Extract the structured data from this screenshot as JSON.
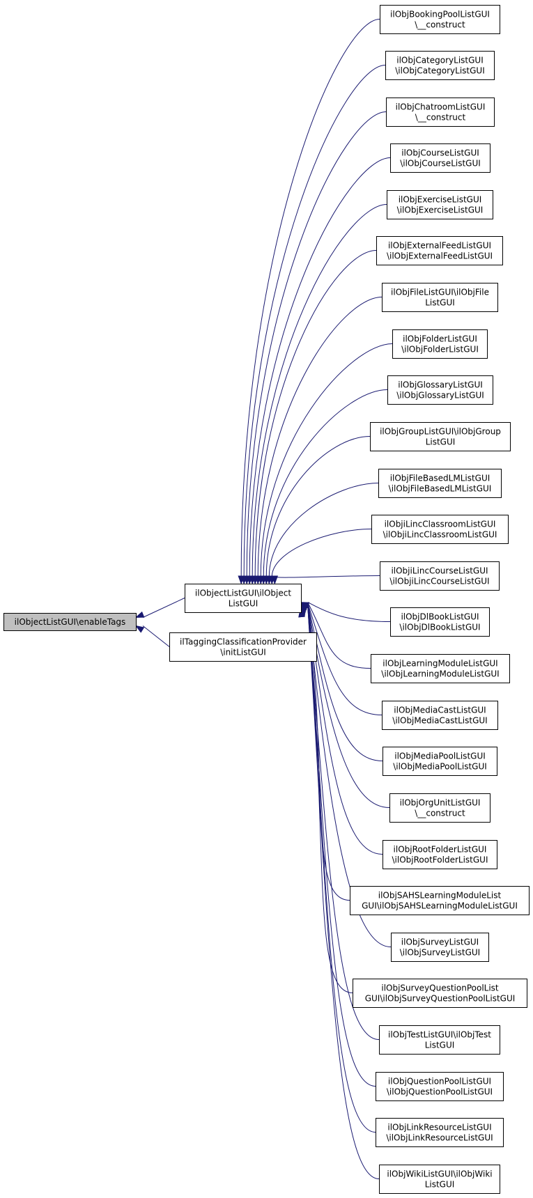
{
  "root": {
    "id": "enable",
    "lines": [
      "ilObjectListGUI\\enableTags"
    ]
  },
  "middle": [
    {
      "id": "objlist",
      "lines": [
        "ilObjectListGUI\\ilObject",
        "ListGUI"
      ]
    },
    {
      "id": "tagging",
      "lines": [
        "ilTaggingClassificationProvider",
        "\\initListGUI"
      ]
    }
  ],
  "leaves": [
    {
      "id": "booking",
      "lines": [
        "ilObjBookingPoolListGUI",
        "\\__construct"
      ]
    },
    {
      "id": "category",
      "lines": [
        "ilObjCategoryListGUI",
        "\\ilObjCategoryListGUI"
      ]
    },
    {
      "id": "chatroom",
      "lines": [
        "ilObjChatroomListGUI",
        "\\__construct"
      ]
    },
    {
      "id": "course",
      "lines": [
        "ilObjCourseListGUI",
        "\\ilObjCourseListGUI"
      ]
    },
    {
      "id": "exercise",
      "lines": [
        "ilObjExerciseListGUI",
        "\\ilObjExerciseListGUI"
      ]
    },
    {
      "id": "extfeed",
      "lines": [
        "ilObjExternalFeedListGUI",
        "\\ilObjExternalFeedListGUI"
      ]
    },
    {
      "id": "file",
      "lines": [
        "ilObjFileListGUI\\ilObjFile",
        "ListGUI"
      ]
    },
    {
      "id": "folder",
      "lines": [
        "ilObjFolderListGUI",
        "\\ilObjFolderListGUI"
      ]
    },
    {
      "id": "glossary",
      "lines": [
        "ilObjGlossaryListGUI",
        "\\ilObjGlossaryListGUI"
      ]
    },
    {
      "id": "group",
      "lines": [
        "ilObjGroupListGUI\\ilObjGroup",
        "ListGUI"
      ]
    },
    {
      "id": "filebasedlm",
      "lines": [
        "ilObjFileBasedLMListGUI",
        "\\ilObjFileBasedLMListGUI"
      ]
    },
    {
      "id": "ilincclass",
      "lines": [
        "ilObjiLincClassroomListGUI",
        "\\ilObjiLincClassroomListGUI"
      ]
    },
    {
      "id": "ilinccourse",
      "lines": [
        "ilObjiLincCourseListGUI",
        "\\ilObjiLincCourseListGUI"
      ]
    },
    {
      "id": "dlbook",
      "lines": [
        "ilObjDlBookListGUI",
        "\\ilObjDlBookListGUI"
      ]
    },
    {
      "id": "learnmod",
      "lines": [
        "ilObjLearningModuleListGUI",
        "\\ilObjLearningModuleListGUI"
      ]
    },
    {
      "id": "mediacast",
      "lines": [
        "ilObjMediaCastListGUI",
        "\\ilObjMediaCastListGUI"
      ]
    },
    {
      "id": "mediapool",
      "lines": [
        "ilObjMediaPoolListGUI",
        "\\ilObjMediaPoolListGUI"
      ]
    },
    {
      "id": "orgunit",
      "lines": [
        "ilObjOrgUnitListGUI",
        "\\__construct"
      ]
    },
    {
      "id": "rootfolder",
      "lines": [
        "ilObjRootFolderListGUI",
        "\\ilObjRootFolderListGUI"
      ]
    },
    {
      "id": "sahs",
      "lines": [
        "ilObjSAHSLearningModuleList",
        "GUI\\ilObjSAHSLearningModuleListGUI"
      ]
    },
    {
      "id": "survey",
      "lines": [
        "ilObjSurveyListGUI",
        "\\ilObjSurveyListGUI"
      ]
    },
    {
      "id": "surveyqpool",
      "lines": [
        "ilObjSurveyQuestionPoolList",
        "GUI\\ilObjSurveyQuestionPoolListGUI"
      ]
    },
    {
      "id": "test",
      "lines": [
        "ilObjTestListGUI\\ilObjTest",
        "ListGUI"
      ]
    },
    {
      "id": "qpool",
      "lines": [
        "ilObjQuestionPoolListGUI",
        "\\ilObjQuestionPoolListGUI"
      ]
    },
    {
      "id": "linkres",
      "lines": [
        "ilObjLinkResourceListGUI",
        "\\ilObjLinkResourceListGUI"
      ]
    },
    {
      "id": "wiki",
      "lines": [
        "ilObjWikiListGUI\\ilObjWiki",
        "ListGUI"
      ]
    }
  ],
  "colors": {
    "edge": "#191970",
    "root_fill": "#bfbfbf",
    "box_fill": "#ffffff"
  }
}
